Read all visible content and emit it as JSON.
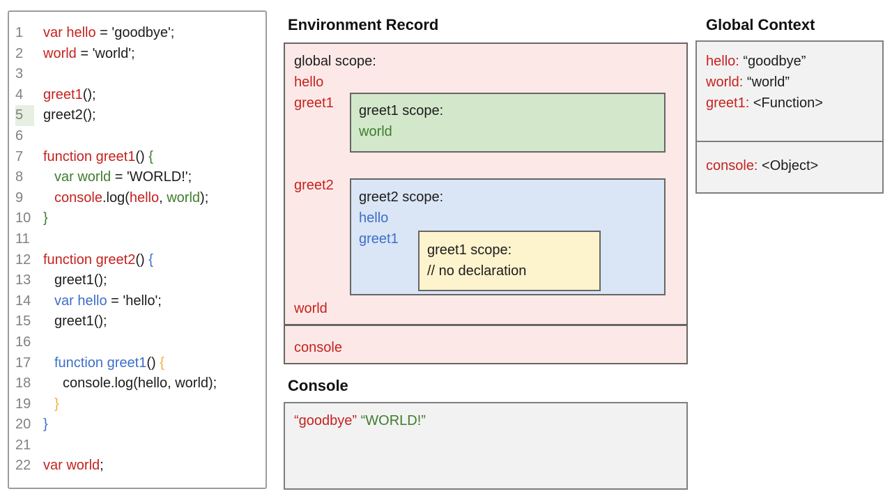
{
  "headings": {
    "environment_record": "Environment Record",
    "console": "Console",
    "global_context": "Global Context"
  },
  "colors": {
    "keyword_red": "#c5221f",
    "scope_green": "#3f7d2e",
    "scope_blue": "#3d6fc7",
    "scope_orange": "#f0b042",
    "global_scope_bg": "#fce9e7",
    "greet1_scope_bg": "#d3e8cb",
    "greet2_scope_bg": "#dae5f6",
    "inner_scope_bg": "#fdf3cd",
    "gray_box_bg": "#f2f2f2",
    "current_line_highlight": "#e6efe2"
  },
  "code": {
    "lines": [
      {
        "n": "1",
        "indent": 0,
        "hl": false,
        "seg": [
          {
            "t": "var hello",
            "c": "red"
          },
          {
            "t": " = 'goodbye';",
            "c": "black"
          }
        ]
      },
      {
        "n": "2",
        "indent": 0,
        "hl": false,
        "seg": [
          {
            "t": "world",
            "c": "red"
          },
          {
            "t": " = 'world';",
            "c": "black"
          }
        ]
      },
      {
        "n": "3",
        "indent": 0,
        "hl": false,
        "seg": []
      },
      {
        "n": "4",
        "indent": 0,
        "hl": false,
        "seg": [
          {
            "t": "greet1",
            "c": "red"
          },
          {
            "t": "();",
            "c": "black"
          }
        ]
      },
      {
        "n": "5",
        "indent": 0,
        "hl": true,
        "seg": [
          {
            "t": "greet2();",
            "c": "black"
          }
        ]
      },
      {
        "n": "6",
        "indent": 0,
        "hl": false,
        "seg": []
      },
      {
        "n": "7",
        "indent": 0,
        "hl": false,
        "seg": [
          {
            "t": "function greet1",
            "c": "red"
          },
          {
            "t": "() ",
            "c": "black"
          },
          {
            "t": "{",
            "c": "green"
          }
        ]
      },
      {
        "n": "8",
        "indent": 1,
        "hl": false,
        "seg": [
          {
            "t": "var world",
            "c": "green"
          },
          {
            "t": " = 'WORLD!';",
            "c": "black"
          }
        ]
      },
      {
        "n": "9",
        "indent": 1,
        "hl": false,
        "seg": [
          {
            "t": "console",
            "c": "red"
          },
          {
            "t": ".log(",
            "c": "black"
          },
          {
            "t": "hello",
            "c": "red"
          },
          {
            "t": ", ",
            "c": "black"
          },
          {
            "t": "world",
            "c": "green"
          },
          {
            "t": ");",
            "c": "black"
          }
        ]
      },
      {
        "n": "10",
        "indent": 0,
        "hl": false,
        "seg": [
          {
            "t": "}",
            "c": "green"
          }
        ]
      },
      {
        "n": "11",
        "indent": 0,
        "hl": false,
        "seg": []
      },
      {
        "n": "12",
        "indent": 0,
        "hl": false,
        "seg": [
          {
            "t": "function greet2",
            "c": "red"
          },
          {
            "t": "() ",
            "c": "black"
          },
          {
            "t": "{",
            "c": "blue"
          }
        ]
      },
      {
        "n": "13",
        "indent": 1,
        "hl": false,
        "seg": [
          {
            "t": "greet1();",
            "c": "black"
          }
        ]
      },
      {
        "n": "14",
        "indent": 1,
        "hl": false,
        "seg": [
          {
            "t": "var hello",
            "c": "blue"
          },
          {
            "t": " = 'hello';",
            "c": "black"
          }
        ]
      },
      {
        "n": "15",
        "indent": 1,
        "hl": false,
        "seg": [
          {
            "t": "greet1();",
            "c": "black"
          }
        ]
      },
      {
        "n": "16",
        "indent": 0,
        "hl": false,
        "seg": []
      },
      {
        "n": "17",
        "indent": 1,
        "hl": false,
        "seg": [
          {
            "t": "function greet1",
            "c": "blue"
          },
          {
            "t": "() ",
            "c": "black"
          },
          {
            "t": "{",
            "c": "orange"
          }
        ]
      },
      {
        "n": "18",
        "indent": 2,
        "hl": false,
        "seg": [
          {
            "t": "console.log(hello, world);",
            "c": "black"
          }
        ]
      },
      {
        "n": "19",
        "indent": 1,
        "hl": false,
        "seg": [
          {
            "t": "}",
            "c": "orange"
          }
        ]
      },
      {
        "n": "20",
        "indent": 0,
        "hl": false,
        "seg": [
          {
            "t": "}",
            "c": "blue"
          }
        ]
      },
      {
        "n": "21",
        "indent": 0,
        "hl": false,
        "seg": []
      },
      {
        "n": "22",
        "indent": 0,
        "hl": false,
        "seg": [
          {
            "t": "var world",
            "c": "red"
          },
          {
            "t": ";",
            "c": "black"
          }
        ]
      }
    ]
  },
  "env": {
    "global_title": "global scope:",
    "global_hello": "hello",
    "global_greet1": "greet1",
    "global_greet2": "greet2",
    "global_world": "world",
    "global_console": "console",
    "greet1_title": "greet1 scope:",
    "greet1_world": "world",
    "greet2_title": "greet2 scope:",
    "greet2_hello": "hello",
    "greet2_greet1": "greet1",
    "inner_greet1_title": "greet1 scope:",
    "inner_greet1_comment": "// no declaration"
  },
  "console_output": {
    "seg": [
      {
        "t": "“goodbye”",
        "c": "red"
      },
      {
        "t": " ",
        "c": "black"
      },
      {
        "t": "“WORLD!”",
        "c": "green"
      }
    ]
  },
  "global_context": {
    "box1": [
      {
        "seg": [
          {
            "t": "hello:",
            "c": "red"
          },
          {
            "t": " “goodbye”",
            "c": "black"
          }
        ]
      },
      {
        "seg": [
          {
            "t": "world:",
            "c": "red"
          },
          {
            "t": " “world”",
            "c": "black"
          }
        ]
      },
      {
        "seg": [
          {
            "t": "greet1:",
            "c": "red"
          },
          {
            "t": " <Function>",
            "c": "black"
          }
        ]
      }
    ],
    "box2": [
      {
        "seg": [
          {
            "t": "console:",
            "c": "red"
          },
          {
            "t": " <Object>",
            "c": "black"
          }
        ]
      }
    ]
  }
}
